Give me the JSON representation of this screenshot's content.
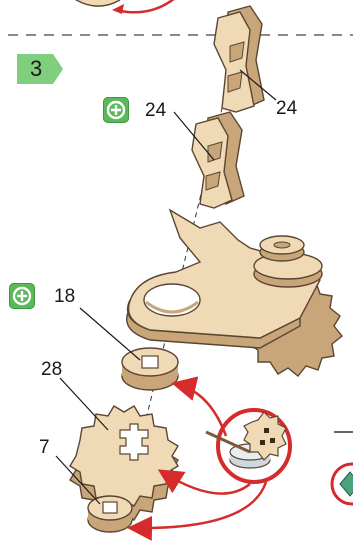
{
  "step": {
    "number": "3"
  },
  "callouts": {
    "slider_top": "24",
    "slider_bottom": "24",
    "washer": "18",
    "gear": "28",
    "hub": "7"
  },
  "colors": {
    "wood_face": "#f0d9b5",
    "wood_edge": "#c9a57a",
    "wood_outline": "#5a4632",
    "arrow": "#d62b2b",
    "add_badge": "#5cb85c",
    "step_badge": "#7fcf7f"
  },
  "icons": [
    "add-part-icon",
    "glue-icon",
    "hint-icon"
  ]
}
